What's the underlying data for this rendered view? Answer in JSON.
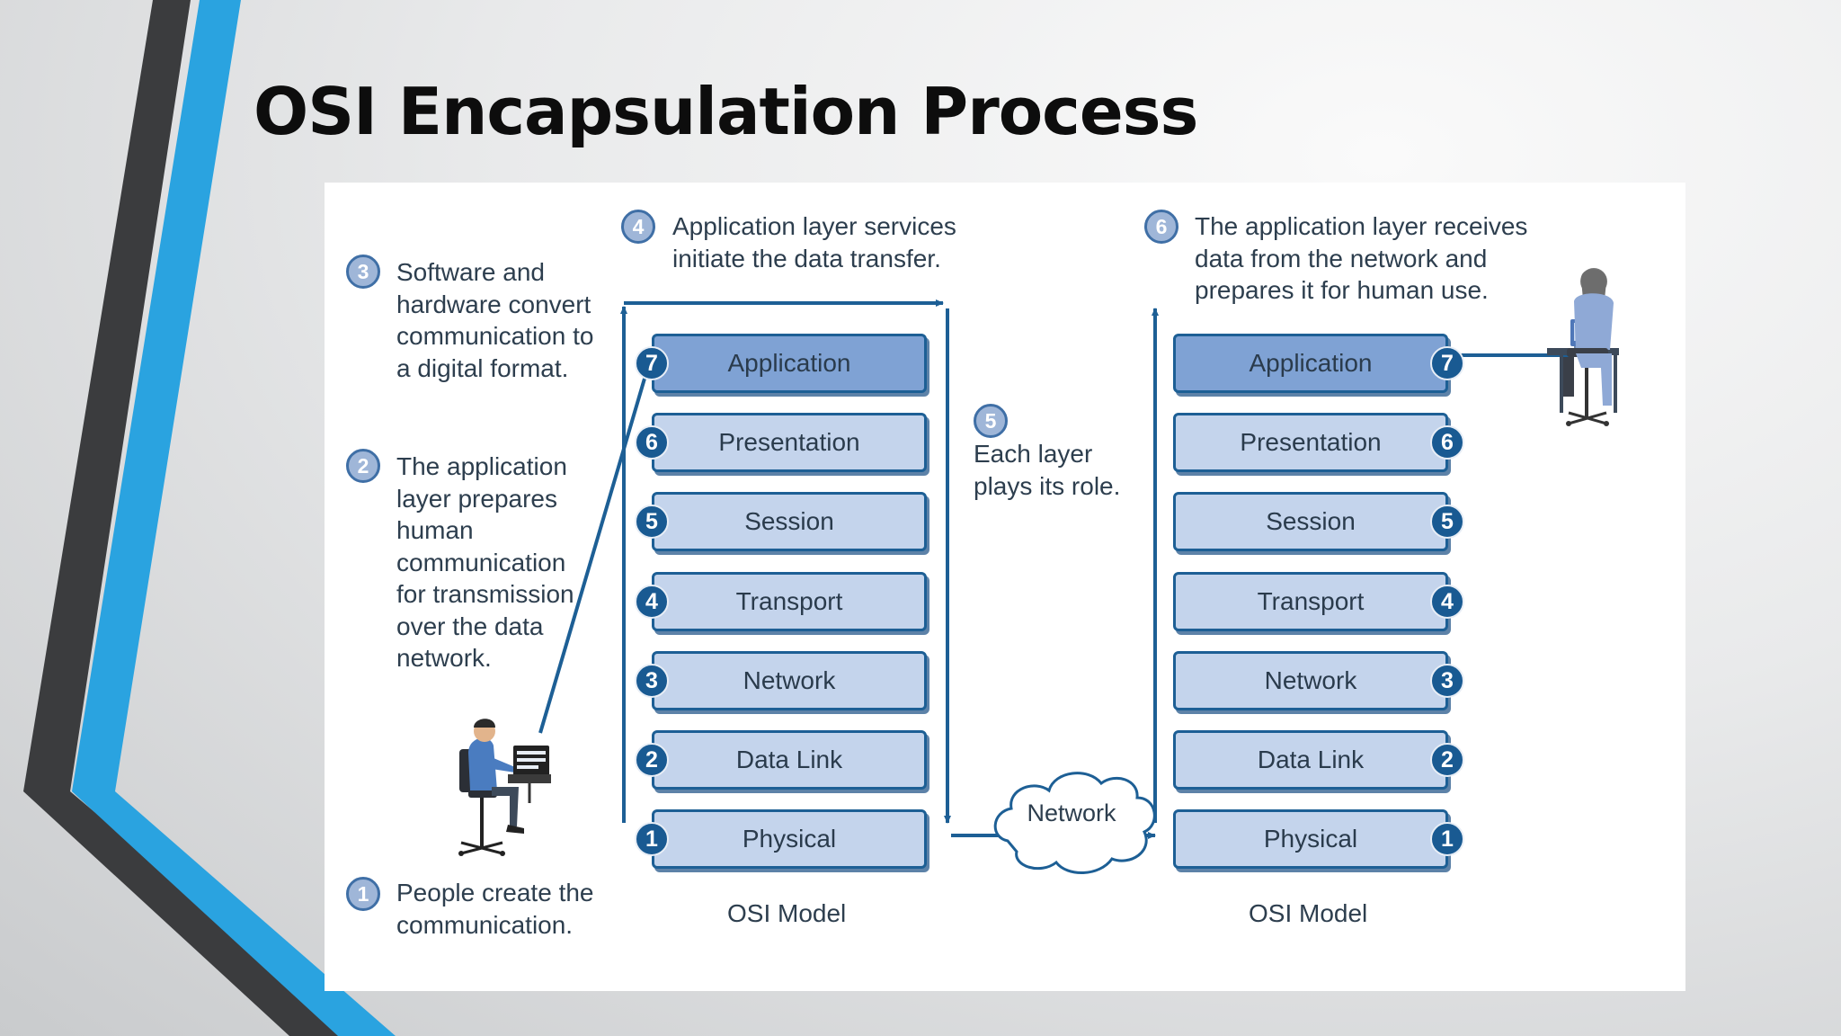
{
  "slide": {
    "title": "OSI Encapsulation Process"
  },
  "diagram": {
    "steps": [
      {
        "number": "1",
        "text": "People create the communication."
      },
      {
        "number": "2",
        "text": "The application layer prepares human communication for transmission over the data network."
      },
      {
        "number": "3",
        "text": "Software and hardware convert communication to a digital format."
      },
      {
        "number": "4",
        "text": "Application layer services initiate the data transfer."
      },
      {
        "number": "5",
        "text": "Each layer plays its role."
      },
      {
        "number": "6",
        "text": "The application layer receives data from the network and prepares it for human use."
      }
    ],
    "layers": [
      {
        "number": "7",
        "name": "Application"
      },
      {
        "number": "6",
        "name": "Presentation"
      },
      {
        "number": "5",
        "name": "Session"
      },
      {
        "number": "4",
        "name": "Transport"
      },
      {
        "number": "3",
        "name": "Network"
      },
      {
        "number": "2",
        "name": "Data Link"
      },
      {
        "number": "1",
        "name": "Physical"
      }
    ],
    "stack_caption": "OSI Model",
    "cloud_label": "Network"
  },
  "colors": {
    "layer_fill": "#c4d4ec",
    "top_layer_fill": "#7fa2d4",
    "layer_border": "#1d5f95",
    "badge": "#195a92",
    "accent_blue": "#2aa3e0",
    "accent_gray": "#3d3d3d"
  },
  "icons": [
    "person-at-computer-sender-icon",
    "person-at-computer-receiver-icon",
    "network-cloud-icon"
  ]
}
